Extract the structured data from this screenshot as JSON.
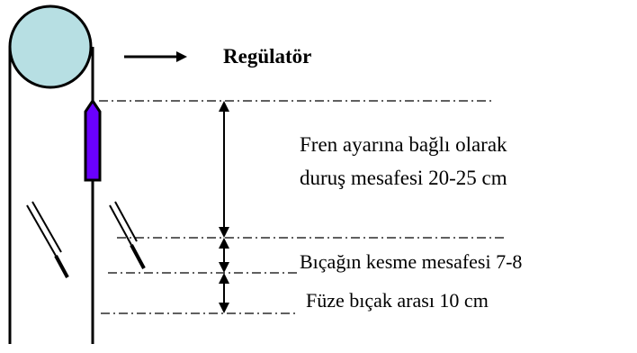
{
  "labels": {
    "regulator": "Regülatör",
    "stop_distance_line1": "Fren ayarına bağlı olarak",
    "stop_distance_line2": "duruş mesafesi  20-25 cm",
    "blade_distance": "Bıçağın kesme mesafesi 7-8",
    "spindle_blade_gap": "Füze bıçak arası 10 cm"
  },
  "colors": {
    "pulley_fill": "#b7dfe3",
    "weight_fill": "#6a00ff",
    "line": "#000000"
  }
}
